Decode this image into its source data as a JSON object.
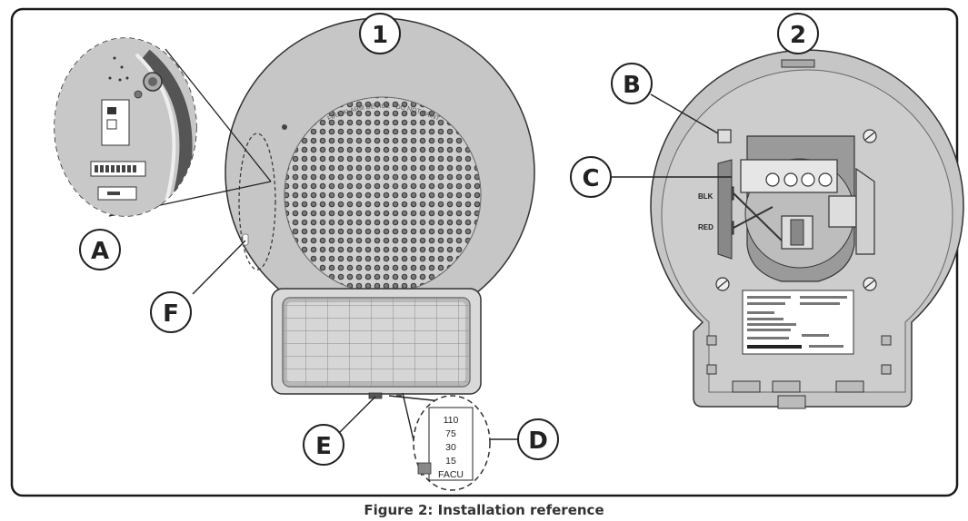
{
  "figure": {
    "callouts": {
      "view1": "1",
      "view2": "2",
      "a": "A",
      "b": "B",
      "c": "C",
      "d": "D",
      "e": "E",
      "f": "F"
    },
    "device_label": "FIRE ALARM DEVICE - DO NOT PAINT",
    "wire_blk": "BLK",
    "wire_red": "RED",
    "candela_settings": [
      "110",
      "75",
      "30",
      "15",
      "FACU"
    ]
  },
  "caption": "Figure 2: Installation reference",
  "colors": {
    "device_gray": "#c8c8c8",
    "border": "#222222",
    "background": "#ffffff"
  }
}
